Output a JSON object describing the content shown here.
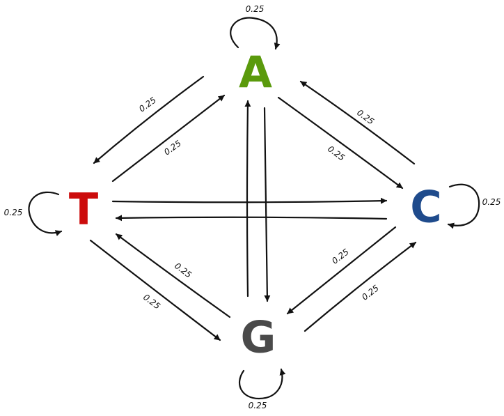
{
  "nodes": {
    "A": {
      "label": "A",
      "color": "#5a9a0c"
    },
    "C": {
      "label": "C",
      "color": "#1f4b8c"
    },
    "G": {
      "label": "G",
      "color": "#4a4a4a"
    },
    "T": {
      "label": "T",
      "color": "#cc0c0c"
    }
  },
  "edges": {
    "A_to_T": {
      "from": "A",
      "to": "T",
      "label": "0.25"
    },
    "T_to_A": {
      "from": "T",
      "to": "A",
      "label": "0.25"
    },
    "A_to_C": {
      "from": "A",
      "to": "C",
      "label": "0.25"
    },
    "C_to_A": {
      "from": "C",
      "to": "A",
      "label": "0.25"
    },
    "T_to_C": {
      "from": "T",
      "to": "C",
      "label": ""
    },
    "C_to_T": {
      "from": "C",
      "to": "T",
      "label": ""
    },
    "A_to_G": {
      "from": "A",
      "to": "G",
      "label": ""
    },
    "G_to_A": {
      "from": "G",
      "to": "A",
      "label": ""
    },
    "T_to_G": {
      "from": "T",
      "to": "G",
      "label": "0.25"
    },
    "G_to_T": {
      "from": "G",
      "to": "T",
      "label": "0.25"
    },
    "C_to_G": {
      "from": "C",
      "to": "G",
      "label": "0.25"
    },
    "G_to_C": {
      "from": "G",
      "to": "C",
      "label": "0.25"
    },
    "A_self": {
      "from": "A",
      "to": "A",
      "label": "0.25"
    },
    "C_self": {
      "from": "C",
      "to": "C",
      "label": "0.25"
    },
    "G_self": {
      "from": "G",
      "to": "G",
      "label": "0.25"
    },
    "T_self": {
      "from": "T",
      "to": "T",
      "label": "0.25"
    }
  }
}
